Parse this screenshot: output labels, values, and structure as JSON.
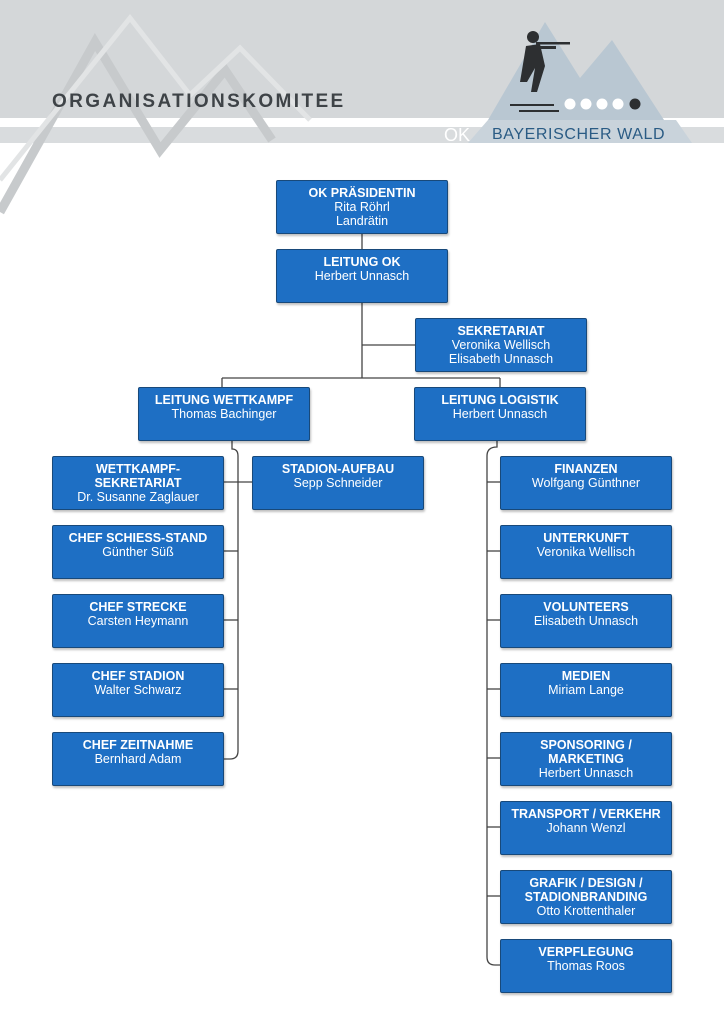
{
  "header": {
    "title": "ORGANISATIONSKOMITEE",
    "logo_prefix": "OK",
    "logo_name": "BAYERISCHER WALD"
  },
  "colors": {
    "box_fill": "#1e6fc4",
    "box_border": "#18497a",
    "connector": "#444444",
    "header_band": "#d4d7d9",
    "mountain": "#b9c7d2",
    "mountain_light": "#c9d3db"
  },
  "boxes": {
    "praesidentin": {
      "role": "OK PRÄSIDENTIN",
      "name": "Rita Röhrl\nLandrätin"
    },
    "leitung_ok": {
      "role": "LEITUNG OK",
      "name": "Herbert Unnasch"
    },
    "sekretariat": {
      "role": "SEKRETARIAT",
      "name": "Veronika Wellisch\nElisabeth Unnasch"
    },
    "leitung_wettkampf": {
      "role": "LEITUNG WETTKAMPF",
      "name": "Thomas Bachinger"
    },
    "leitung_logistik": {
      "role": "LEITUNG LOGISTIK",
      "name": "Herbert Unnasch"
    },
    "wettkampf_sekretariat": {
      "role": "WETTKAMPF-SEKRETARIAT",
      "name": "Dr. Susanne Zaglauer"
    },
    "stadion_aufbau": {
      "role": "STADION-AUFBAU",
      "name": "Sepp Schneider"
    },
    "chef_schiess_stand": {
      "role": "CHEF SCHIESS-STAND",
      "name": "Günther Süß"
    },
    "chef_strecke": {
      "role": "CHEF STRECKE",
      "name": "Carsten Heymann"
    },
    "chef_stadion": {
      "role": "CHEF STADION",
      "name": "Walter Schwarz"
    },
    "chef_zeitnahme": {
      "role": "CHEF ZEITNAHME",
      "name": "Bernhard Adam"
    },
    "finanzen": {
      "role": "FINANZEN",
      "name": "Wolfgang Günthner"
    },
    "unterkunft": {
      "role": "UNTERKUNFT",
      "name": "Veronika Wellisch"
    },
    "volunteers": {
      "role": "VOLUNTEERS",
      "name": "Elisabeth Unnasch"
    },
    "medien": {
      "role": "MEDIEN",
      "name": "Miriam Lange"
    },
    "sponsoring": {
      "role": "SPONSORING / MARKETING",
      "name": "Herbert Unnasch"
    },
    "transport": {
      "role": "TRANSPORT / VERKEHR",
      "name": "Johann Wenzl"
    },
    "grafik": {
      "role": "GRAFIK / DESIGN /\nSTADIONBRANDING",
      "name": "Otto Krottenthaler"
    },
    "verpflegung": {
      "role": "VERPFLEGUNG",
      "name": "Thomas Roos"
    }
  }
}
